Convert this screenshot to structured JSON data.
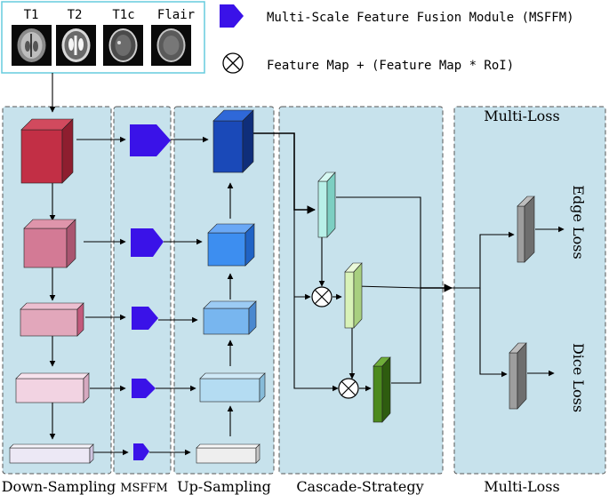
{
  "inputs": {
    "modalities": [
      "T1",
      "T2",
      "T1c",
      "Flair"
    ]
  },
  "legend": {
    "msffm_label": "Multi-Scale Feature Fusion Module (MSFFM)",
    "otimes_label": "Feature Map + (Feature Map * RoI)"
  },
  "sections": {
    "down_sampling": "Down-Sampling",
    "msffm": "MSFFM",
    "up_sampling": "Up-Sampling",
    "cascade_strategy": "Cascade-Strategy",
    "multi_loss": "Multi-Loss"
  },
  "outputs": {
    "edge_loss": "Edge Loss",
    "dice_loss": "Dice Loss"
  },
  "colors": {
    "panel_fill": "#c7e2ec",
    "input_border": "#66ccdd",
    "msffm": "#3a12e8",
    "level1": "#c22f45",
    "level2": "#d37a95",
    "level3": "#e2a7bb",
    "level4": "#f2d3e2",
    "level5": "#ece8f5",
    "up1": "#1a49b8",
    "up2": "#3d8ef0",
    "up3": "#78b6ef",
    "up4": "#b4dcf2",
    "up5": "#eeeeee",
    "cascade1": "#b8f0e8",
    "cascade2": "#d8f2b8",
    "cascade3": "#4c8a1e",
    "loss_block": "#9e9e9e"
  }
}
